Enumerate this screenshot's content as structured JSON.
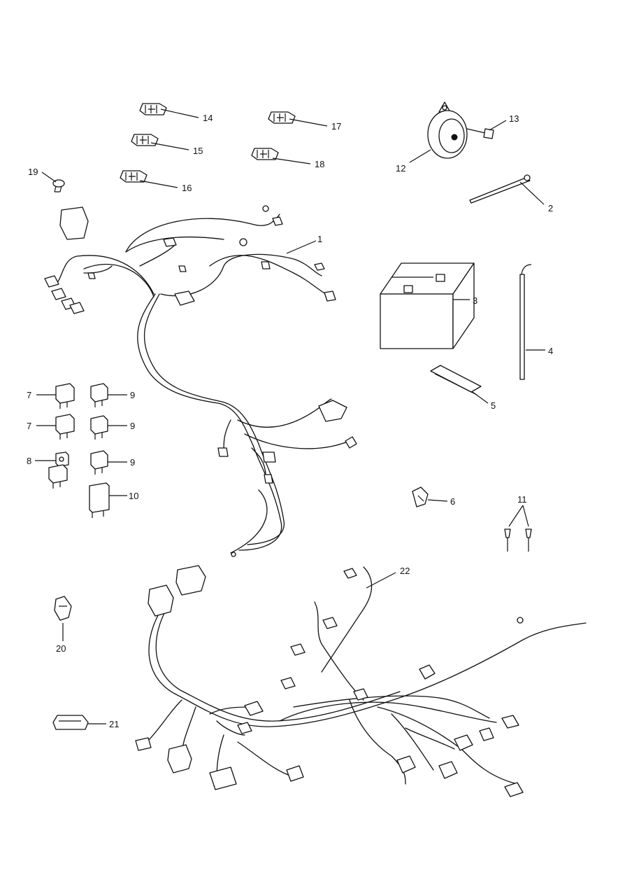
{
  "diagram": {
    "callouts": [
      {
        "id": "1",
        "label": "1"
      },
      {
        "id": "2",
        "label": "2"
      },
      {
        "id": "3",
        "label": "3"
      },
      {
        "id": "4",
        "label": "4"
      },
      {
        "id": "5",
        "label": "5"
      },
      {
        "id": "6",
        "label": "6"
      },
      {
        "id": "7a",
        "label": "7"
      },
      {
        "id": "7b",
        "label": "7"
      },
      {
        "id": "8",
        "label": "8"
      },
      {
        "id": "9a",
        "label": "9"
      },
      {
        "id": "9b",
        "label": "9"
      },
      {
        "id": "9c",
        "label": "9"
      },
      {
        "id": "10",
        "label": "10"
      },
      {
        "id": "11",
        "label": "11"
      },
      {
        "id": "12",
        "label": "12"
      },
      {
        "id": "13",
        "label": "13"
      },
      {
        "id": "14",
        "label": "14"
      },
      {
        "id": "15",
        "label": "15"
      },
      {
        "id": "16",
        "label": "16"
      },
      {
        "id": "17",
        "label": "17"
      },
      {
        "id": "18",
        "label": "18"
      },
      {
        "id": "19",
        "label": "19"
      },
      {
        "id": "20",
        "label": "20"
      },
      {
        "id": "21",
        "label": "21"
      },
      {
        "id": "22",
        "label": "22"
      }
    ]
  }
}
